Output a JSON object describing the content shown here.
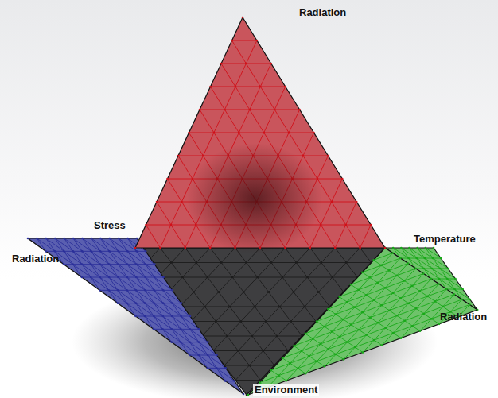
{
  "diagram": {
    "labels": [
      "Radiation",
      "Stress",
      "Temperature",
      "Radiation",
      "Radiation",
      "Environment"
    ]
  }
}
